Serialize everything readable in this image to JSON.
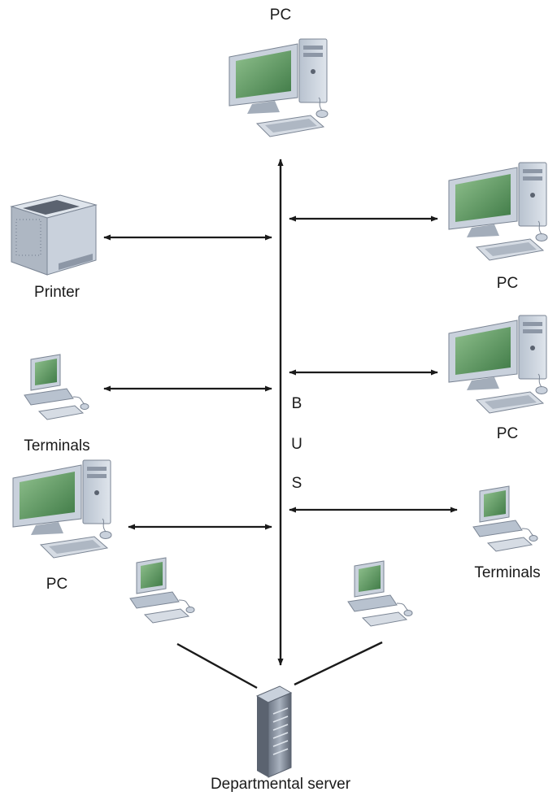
{
  "labels": {
    "pc_top": "PC",
    "printer": "Printer",
    "pc_right_1": "PC",
    "pc_right_2": "PC",
    "terminals_left": "Terminals",
    "pc_left": "PC",
    "terminals_right": "Terminals",
    "server": "Departmental server"
  },
  "bus": {
    "letters": [
      "B",
      "U",
      "S"
    ]
  },
  "colors": {
    "line": "#1a1a1a",
    "device_body": "#c9d1dc",
    "device_dark": "#8d97a6",
    "screen": "#5f9a5f"
  },
  "icons": {
    "pc": "desktop-computer-icon",
    "terminal": "terminal-computer-icon",
    "printer": "printer-icon",
    "server": "server-tower-icon"
  }
}
